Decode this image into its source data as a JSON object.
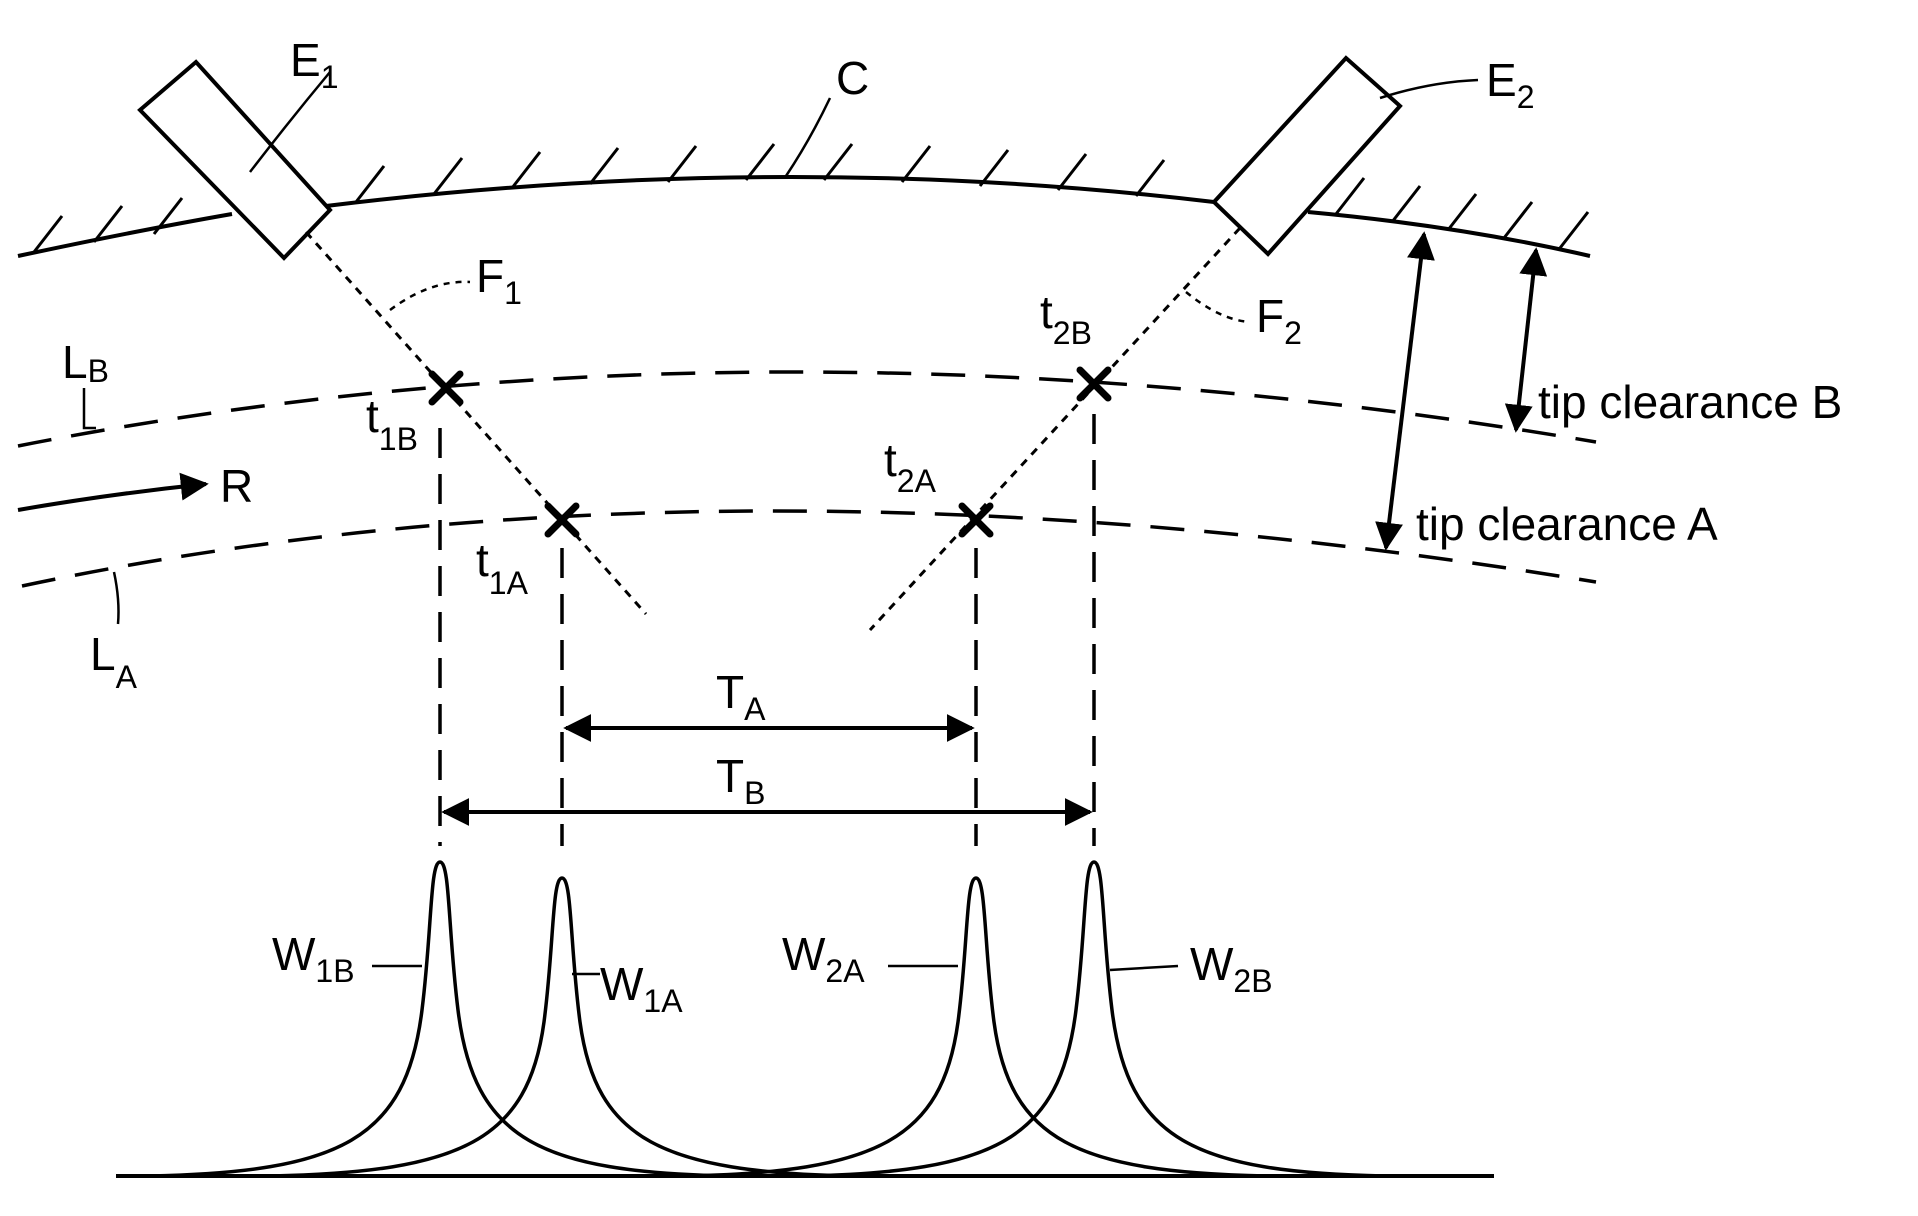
{
  "labels": {
    "emitter1": {
      "main": "E",
      "sub": "1"
    },
    "emitter2": {
      "main": "E",
      "sub": "2"
    },
    "casing": "C",
    "beam1": {
      "main": "F",
      "sub": "1"
    },
    "beam2": {
      "main": "F",
      "sub": "2"
    },
    "lineB": {
      "main": "L",
      "sub": "B"
    },
    "lineA": {
      "main": "L",
      "sub": "A"
    },
    "rotation": "R",
    "t1B": {
      "main": "t",
      "sub": "1B"
    },
    "t1A": {
      "main": "t",
      "sub": "1A"
    },
    "t2A": {
      "main": "t",
      "sub": "2A"
    },
    "t2B": {
      "main": "t",
      "sub": "2B"
    },
    "TA": {
      "main": "T",
      "sub": "A"
    },
    "TB": {
      "main": "T",
      "sub": "B"
    },
    "W1B": {
      "main": "W",
      "sub": "1B"
    },
    "W1A": {
      "main": "W",
      "sub": "1A"
    },
    "W2A": {
      "main": "W",
      "sub": "2A"
    },
    "W2B": {
      "main": "W",
      "sub": "2B"
    },
    "tipClearanceB": "tip clearance B",
    "tipClearanceA": "tip clearance A"
  }
}
